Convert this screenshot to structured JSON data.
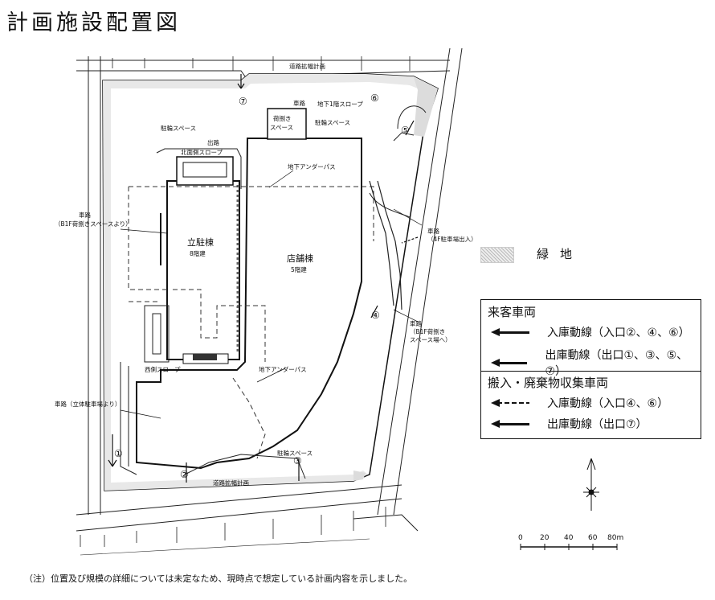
{
  "title": "計画施設配置図",
  "map": {
    "buildings": {
      "parking": {
        "name": "立駐棟",
        "floors": "8階建"
      },
      "store": {
        "name": "店舗棟",
        "floors": "5階建"
      },
      "loading": {
        "name": "荷捌き",
        "name2": "スペース"
      }
    },
    "labels": {
      "bicycle_top_left": "駐輪スペース",
      "bicycle_top_right": "駐輪スペース",
      "bicycle_bottom": "駐輪スペース",
      "slope_top": "北面側スロープ",
      "slope_bottom": "西側スロープ",
      "slope_ramp": "出路",
      "basement_slope": "地下1階スロープ",
      "underpass_top": "地下アンダーパス",
      "underpass_bottom": "地下アンダーパス",
      "road_top": "車路",
      "road_left1": "車路",
      "road_left1_sub": "（B1F荷捌きスペースより）",
      "road_left2": "車路（立体駐車場より）",
      "road_right1": "車路",
      "road_right1_sub": "（4F駐車場出入）",
      "road_right2": "車路",
      "road_right2_sub": "（B1F荷捌き",
      "road_right2_sub2": "スペース場へ）",
      "street_top": "道路拡幅計画",
      "street_bottom": "道路拡幅計画"
    },
    "entrances": [
      "①",
      "②",
      "③",
      "④",
      "⑤",
      "⑥",
      "⑦"
    ]
  },
  "legend": {
    "green_label": "緑地",
    "visitor_title": "来客車両",
    "visitor_in": "入庫動線（入口②、④、⑥）",
    "visitor_out": "出庫動線（出口①、③、⑤、⑦）",
    "freight_title": "搬入・廃棄物収集車両",
    "freight_in": "入庫動線（入口④、⑥）",
    "freight_out": "出庫動線（出口⑦）"
  },
  "scale": {
    "ticks": [
      "0",
      "20",
      "40",
      "60",
      "80m"
    ],
    "north_label": "N"
  },
  "note": "（注）位置及び規模の詳細については未定なため、現時点で想定している計画内容を示しました。"
}
